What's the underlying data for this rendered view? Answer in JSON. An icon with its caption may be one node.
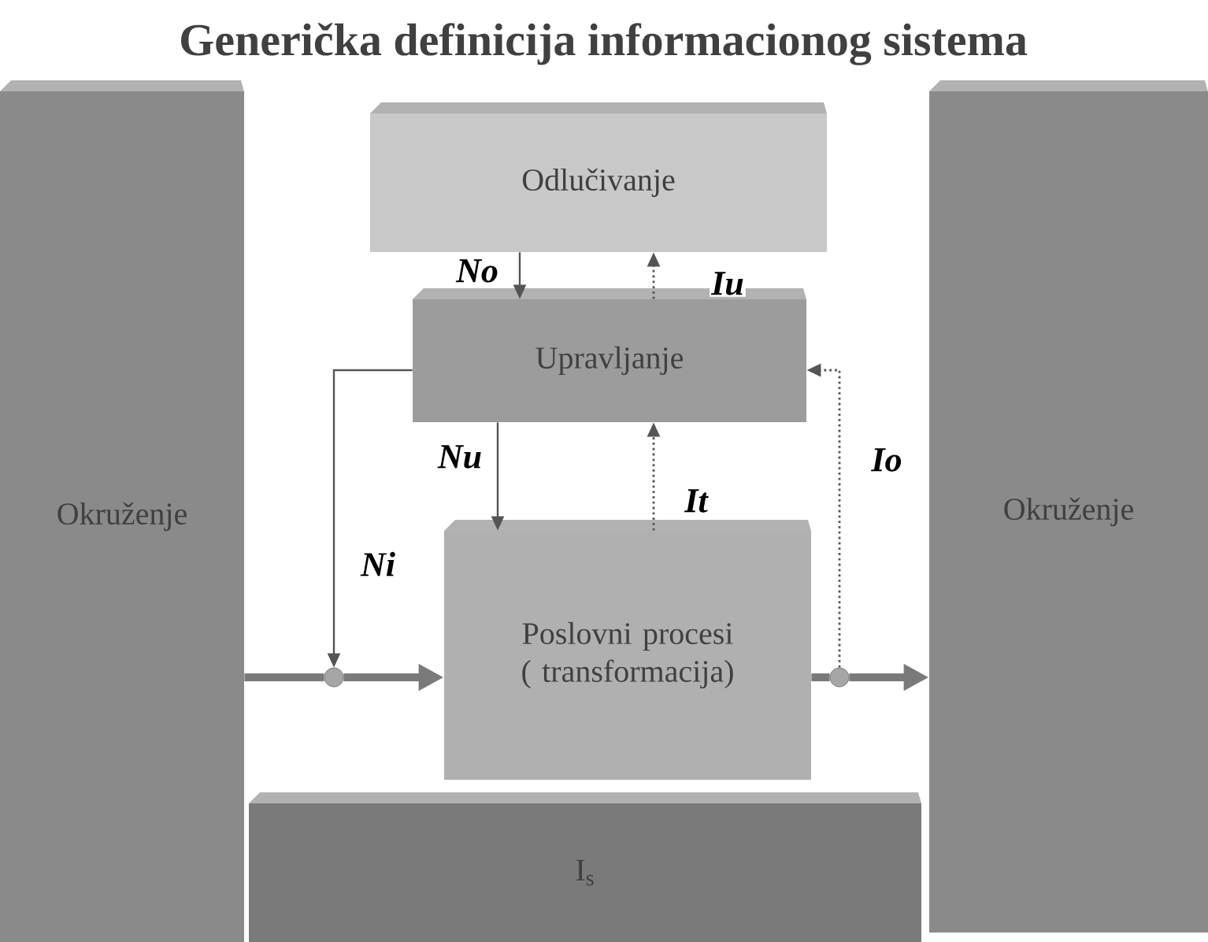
{
  "diagram": {
    "title": "Generička definicija informacionog sistema",
    "nodes": [
      {
        "text": [
          "Okruženje"
        ]
      },
      {
        "text": [
          "Odlučivanje"
        ]
      },
      {
        "text": [
          "Upravljanje"
        ]
      },
      {
        "text": [
          "Poslovni procesi ( transformacija)"
        ]
      },
      {
        "text": [
          "Okruženje"
        ]
      },
      {
        "text": [
          "I$_{s}$"
        ]
      },
      {
        "text": [],
        "shape": "circle"
      },
      {
        "text": [],
        "shape": "circle"
      }
    ],
    "edges": [
      {
        "from": 0,
        "to": 6,
        "arrow": "none",
        "style": "thick",
        "color": "#7a7a7a"
      },
      {
        "from": 6,
        "to": 3,
        "arrow": "to",
        "style": "thick",
        "color": "#7a7a7a"
      },
      {
        "from": 3,
        "to": 7,
        "arrow": "none",
        "style": "thick",
        "color": "#7a7a7a"
      },
      {
        "from": 7,
        "to": 4,
        "arrow": "to",
        "style": "thick",
        "color": "#7a7a7a"
      },
      {
        "from": 1,
        "to": 2,
        "arrow": "to",
        "label": "No"
      },
      {
        "from": 2,
        "to": 1,
        "arrow": "to",
        "label": "Iu",
        "style": "dashed"
      },
      {
        "from": 2,
        "to": 3,
        "arrow": "to",
        "label": "Nu"
      },
      {
        "from": 3,
        "to": 2,
        "arrow": "to",
        "label": "It",
        "style": "dashed"
      },
      {
        "from": 2,
        "to": 6,
        "arrow": "to",
        "label": "Ni"
      },
      {
        "from": 7,
        "to": 2,
        "arrow": "to",
        "label": "Io",
        "style": "dashed"
      }
    ]
  }
}
